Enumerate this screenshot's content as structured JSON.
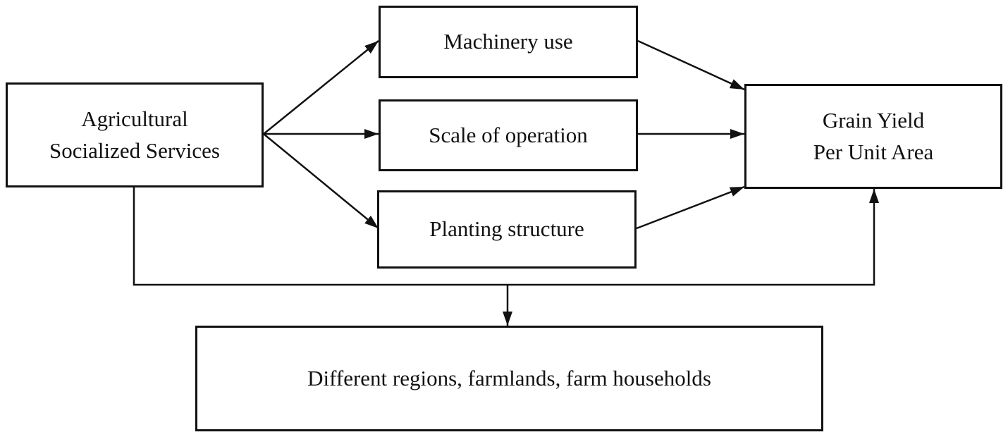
{
  "nodes": {
    "agri": {
      "line1": "Agricultural",
      "line2": "Socialized Services"
    },
    "machinery": {
      "label": "Machinery use"
    },
    "scale": {
      "label": "Scale of operation"
    },
    "planting": {
      "label": "Planting structure"
    },
    "grain": {
      "line1": "Grain Yield",
      "line2": "Per Unit Area"
    },
    "regions": {
      "label": "Different regions, farmlands, farm households"
    }
  },
  "edges": [
    {
      "from": "agri",
      "to": "machinery"
    },
    {
      "from": "agri",
      "to": "scale"
    },
    {
      "from": "agri",
      "to": "planting"
    },
    {
      "from": "machinery",
      "to": "grain"
    },
    {
      "from": "scale",
      "to": "grain"
    },
    {
      "from": "planting",
      "to": "grain"
    },
    {
      "from": "agri",
      "to": "grain"
    },
    {
      "from": "agri",
      "to": "regions"
    }
  ]
}
